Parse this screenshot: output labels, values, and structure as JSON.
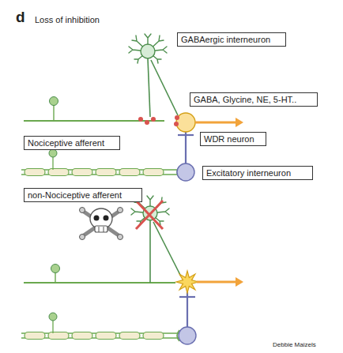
{
  "diagram": {
    "title": "Loss of inhibition",
    "nodes": [
      {
        "text": [
          "GABAergic interneuron"
        ]
      },
      {
        "text": [
          "GABA, Glycine, NE, 5-HT.."
        ]
      },
      {
        "text": [
          "WDR neuron"
        ]
      },
      {
        "text": [
          "Nociceptive afferent"
        ]
      },
      {
        "text": [
          "Excitatory interneuron"
        ]
      },
      {
        "text": [
          "non-Nociceptive afferent"
        ]
      }
    ],
    "labels": [
      "d",
      "Debbie Maizels"
    ]
  }
}
